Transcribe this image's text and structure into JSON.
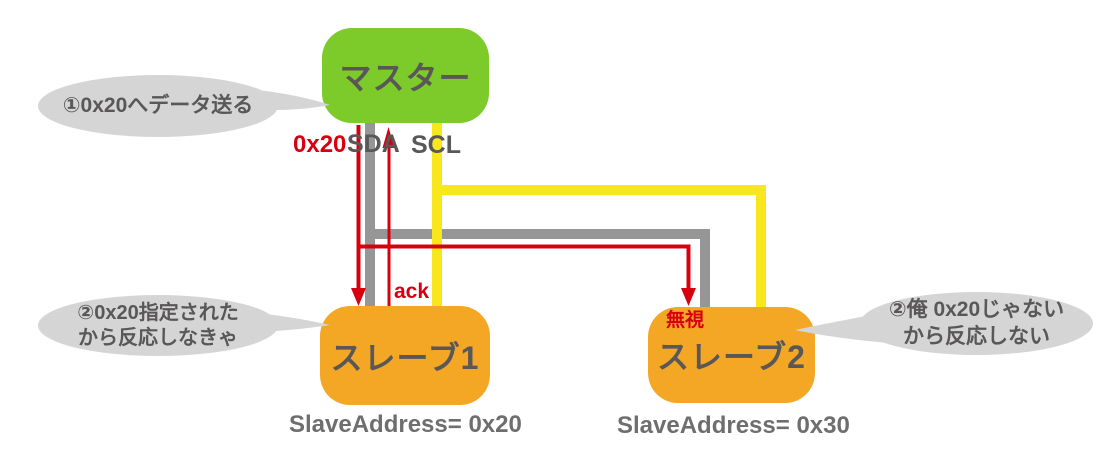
{
  "colors": {
    "background": "#ffffff",
    "master-green": "#7CCB2A",
    "slave-orange": "#F4A725",
    "scl-yellow": "#F8E71D",
    "sda-gray": "#969697",
    "signal-red": "#D7000F",
    "bubble-gray": "#D5D5D6",
    "text-dark": "#595757",
    "text-muted": "#6E6E6E"
  },
  "master": {
    "label": "マスター"
  },
  "slaves": [
    {
      "label": "スレーブ1",
      "address": "SlaveAddress= 0x20"
    },
    {
      "label": "スレーブ2",
      "address": "SlaveAddress= 0x30"
    }
  ],
  "bus": {
    "address_label": "0x20",
    "sda_label": "SDA",
    "scl_label": "SCL",
    "ack_label": "ack",
    "ignore_label": "無視"
  },
  "bubbles": {
    "master_action": {
      "lines": [
        "①0x20へデータ送る"
      ]
    },
    "slave1_reaction": {
      "lines": [
        "②0x20指定された",
        "から反応しなきゃ"
      ]
    },
    "slave2_reaction": {
      "lines": [
        "②俺 0x20じゃない",
        "から反応しない"
      ]
    }
  }
}
